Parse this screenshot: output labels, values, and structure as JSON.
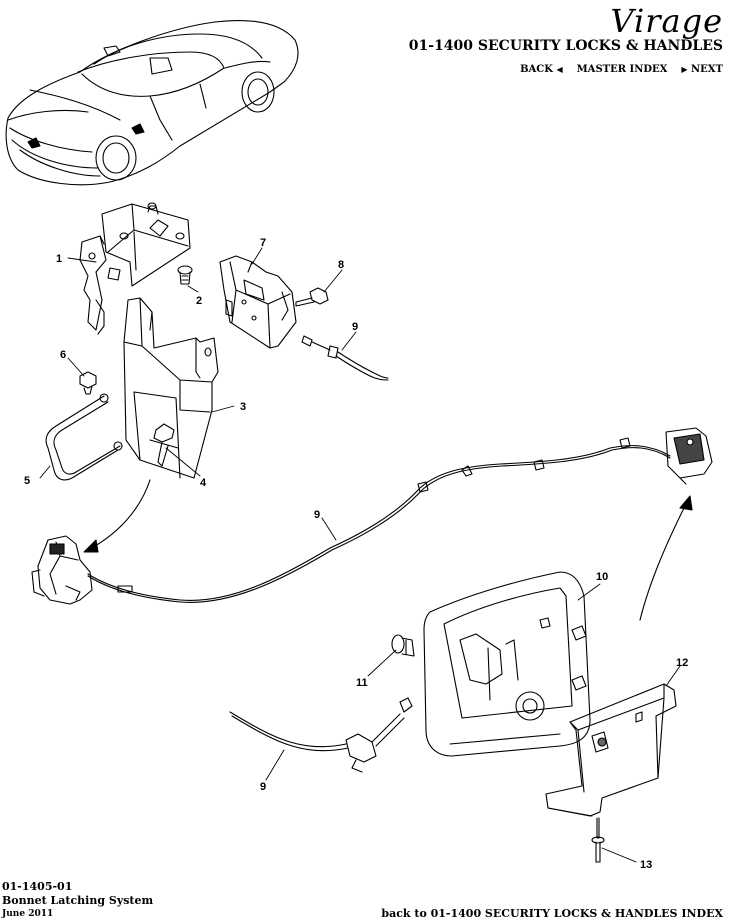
{
  "header": {
    "logo": "Virage",
    "section_title": "01-1400 SECURITY LOCKS & HANDLES",
    "nav": {
      "back": "BACK",
      "master_index": "MASTER INDEX",
      "next": "NEXT"
    }
  },
  "callouts": [
    "1",
    "2",
    "3",
    "4",
    "5",
    "6",
    "7",
    "8",
    "9",
    "9",
    "9",
    "10",
    "11",
    "12",
    "13"
  ],
  "footer": {
    "code": "01-1405-01",
    "title": "Bonnet Latching System",
    "date": "June 2011",
    "back_link": "back to 01-1400 SECURITY LOCKS & HANDLES INDEX"
  }
}
